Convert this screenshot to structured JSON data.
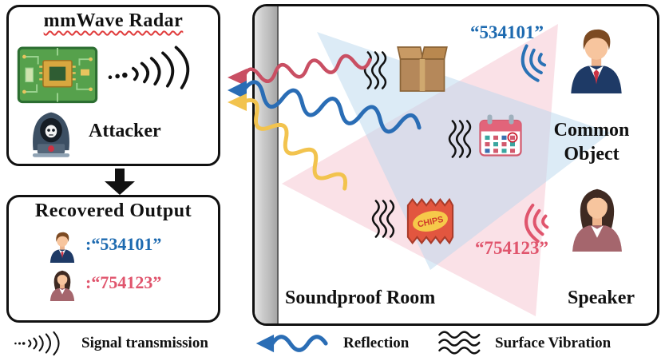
{
  "radar_box": {
    "title": "mmWave Radar",
    "attacker_label": "Attacker"
  },
  "output_box": {
    "title": "Recovered Output",
    "rows": [
      {
        "person": "male-speaker",
        "value": ":“534101”"
      },
      {
        "person": "female-speaker",
        "value": ":“754123”"
      }
    ]
  },
  "room": {
    "label": "Soundproof Room",
    "speaker_label": "Speaker",
    "common_object_line1": "Common",
    "common_object_line2": "Object",
    "male_value": "“534101”",
    "female_value": "“754123”",
    "chips_label": "CHIPS"
  },
  "legend": {
    "signal_label": "Signal transmission",
    "reflection_label": "Reflection",
    "vibration_label": "Surface Vibration"
  },
  "colors": {
    "reflection_blue": "#2a6db5",
    "wave_red": "#c94f63",
    "wave_yellow": "#f2c34e",
    "value_blue": "#1d6ab0",
    "value_red": "#e0556d"
  }
}
